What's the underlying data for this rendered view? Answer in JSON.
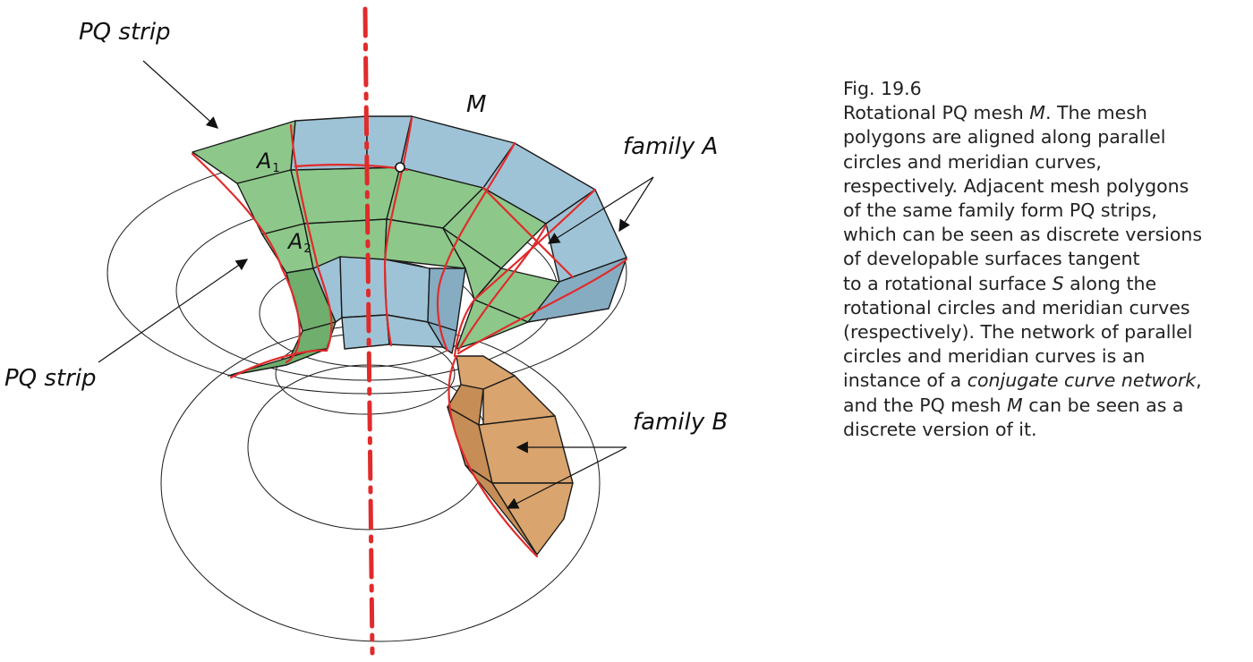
{
  "figure": {
    "labels": {
      "pq_strip_top": "PQ strip",
      "pq_strip_left": "PQ strip",
      "mesh": "M",
      "family_a": "family A",
      "family_b": "family B",
      "a1_letter": "A",
      "a1_index": "1",
      "a2_letter": "A",
      "a2_index": "2"
    },
    "colors": {
      "green": "#8dc88a",
      "green_dark": "#6fae6c",
      "blue": "#9fc3d6",
      "blue_dark": "#86acc2",
      "orange": "#d9a46e",
      "orange_dark": "#c68d56",
      "red": "#e12b2b",
      "edge": "#1a1a1a"
    }
  },
  "caption": {
    "lines": [
      [
        "Fig. 19.6"
      ],
      [
        "Rotational PQ mesh ",
        {
          "i": "M"
        },
        ". The mesh"
      ],
      [
        "polygons are aligned along parallel"
      ],
      [
        "circles and meridian curves,"
      ],
      [
        "respectively. Adjacent mesh polygons"
      ],
      [
        "of the same family form PQ strips,"
      ],
      [
        "which can be seen as discrete versions"
      ],
      [
        "of developable surfaces tangent"
      ],
      [
        "to a rotational surface ",
        {
          "i": "S"
        },
        " along the"
      ],
      [
        "rotational circles and meridian curves"
      ],
      [
        "(respectively). The network of parallel"
      ],
      [
        "circles and meridian curves is an"
      ],
      [
        "instance of a ",
        {
          "i": "conjugate curve network"
        },
        ","
      ],
      [
        "and the PQ mesh ",
        {
          "i": "M"
        },
        " can be seen as a"
      ],
      [
        "discrete version of it."
      ]
    ]
  }
}
